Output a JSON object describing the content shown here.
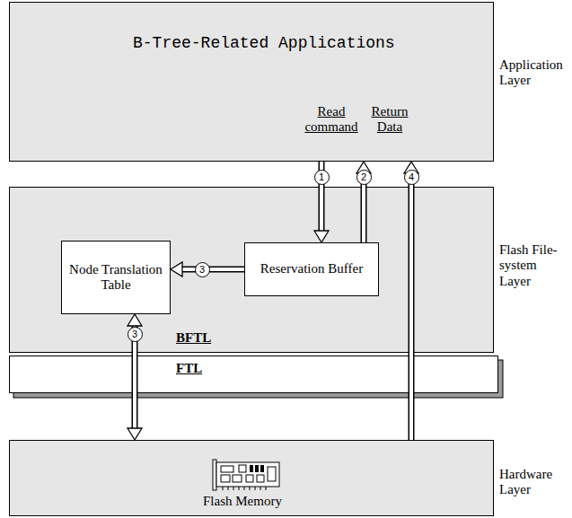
{
  "diagram": {
    "nodes": [
      {
        "text": [
          "Application Layer",
          "B-Tree-Related Applications"
        ]
      },
      {
        "text": [
          "Flash File-system Layer"
        ]
      },
      {
        "text": [
          "Node Translation Table"
        ],
        "in": 1
      },
      {
        "text": [
          "Reservation Buffer"
        ],
        "in": 1
      },
      {
        "text": [
          "FTL"
        ]
      },
      {
        "text": [
          "Hardware Layer",
          "Flash Memory"
        ]
      }
    ],
    "edges": [
      {
        "from": 0,
        "to": 3,
        "arrow": "to",
        "label": "1"
      },
      {
        "from": 3,
        "to": 0,
        "arrow": "to",
        "label": "2"
      },
      {
        "from": 3,
        "to": 2,
        "arrow": "to",
        "label": "3"
      },
      {
        "from": 2,
        "to": 5,
        "arrow": "both",
        "label": "3"
      },
      {
        "from": 5,
        "to": 0,
        "arrow": "to",
        "label": "4"
      }
    ],
    "labels": [
      "Read command",
      "Return Data",
      "BFTL"
    ]
  }
}
